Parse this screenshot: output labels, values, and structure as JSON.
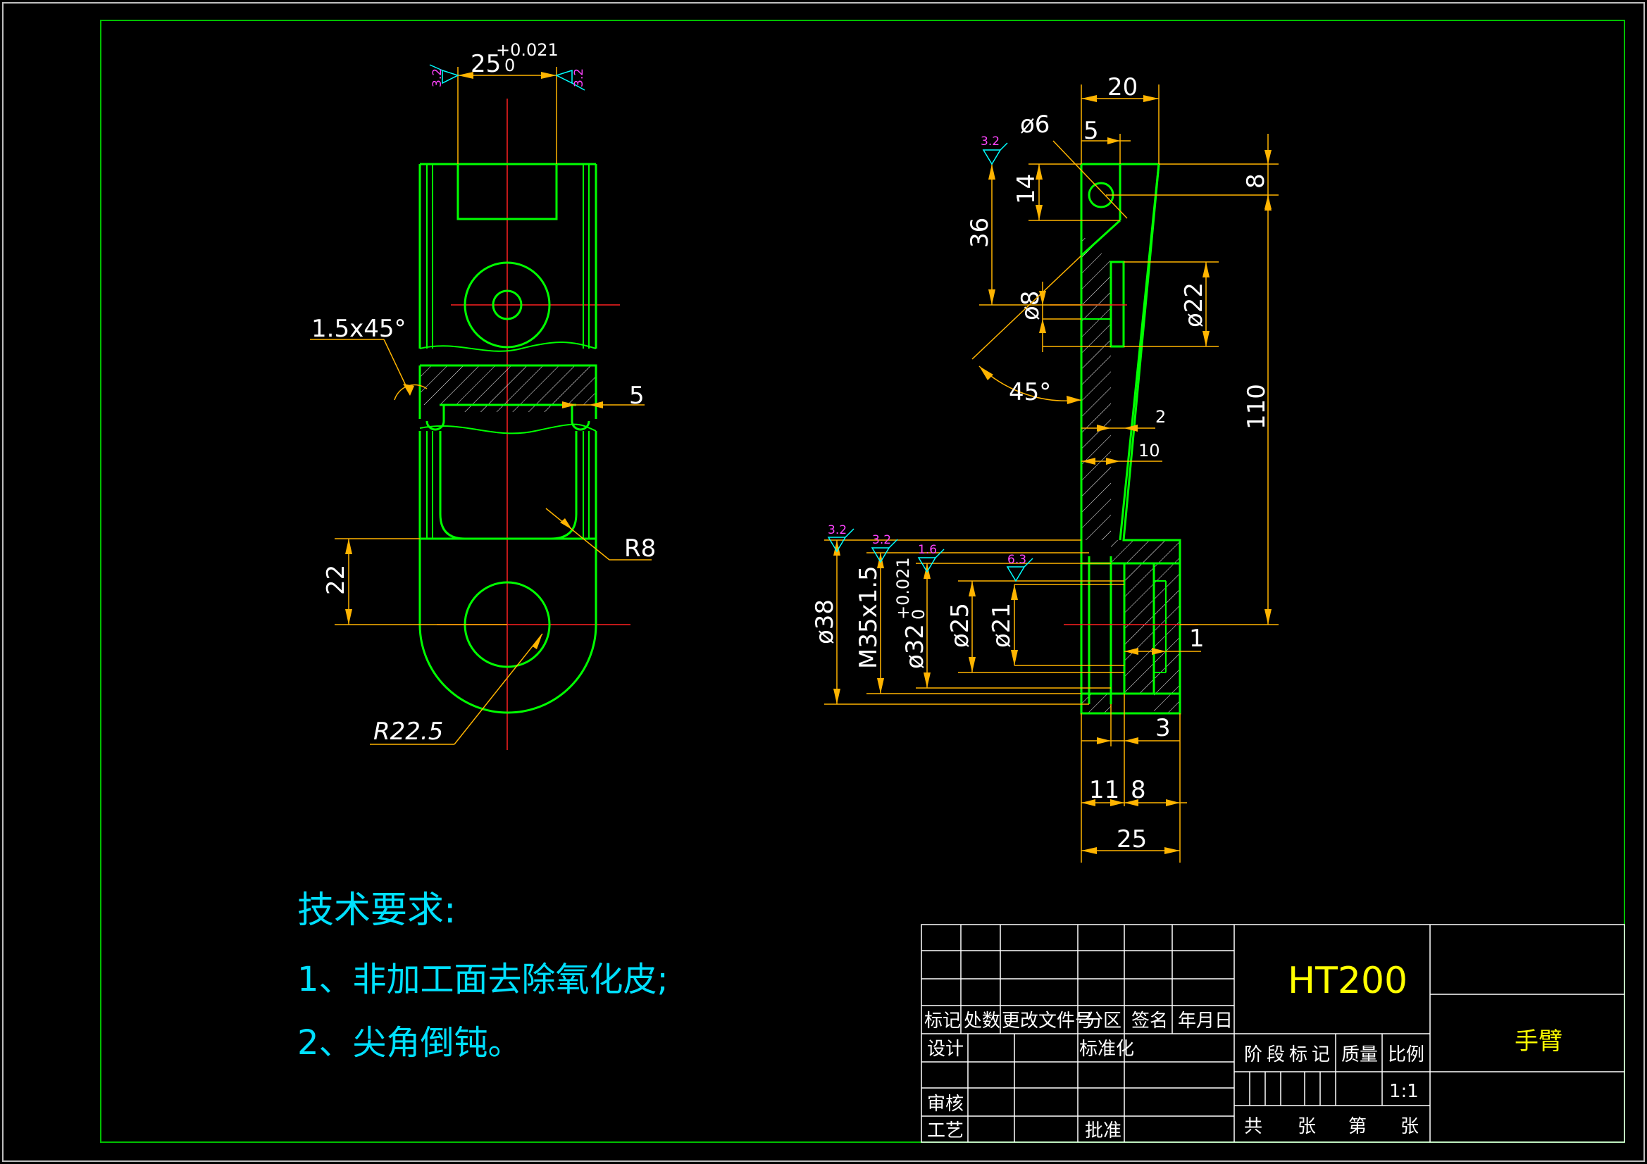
{
  "colors": {
    "background": "#000000",
    "outline": "#00ff00",
    "centerline": "#ff2020",
    "dimension": "#ffb400",
    "roughness_symbol": "#00ffff",
    "roughness_text": "#ff44ff",
    "notes": "#00e0ff",
    "material": "#ffff00"
  },
  "front_view": {
    "width_dim": "25",
    "tol_upper": "+0.021",
    "tol_lower": "0",
    "roughness_left": "3.2",
    "roughness_right": "3.2",
    "chamfer": "1.5x45°",
    "groove": "5",
    "fillet": "R8",
    "height_dim": "22",
    "radius": "R22.5"
  },
  "side_view": {
    "width_top": "20",
    "hole_dia": "ø6",
    "offset": "5",
    "top_gap": "8",
    "hole_dist": "14",
    "dist_36": "36",
    "dia_8": "ø8",
    "dia_22": "ø22",
    "angle": "45°",
    "wall_2": "2",
    "wall_10": "10",
    "height_110": "110",
    "roughness_top": "3.2",
    "dia_38": "ø38",
    "thread": "M35x1.5",
    "dia_32": "ø32",
    "tol_upper": "+0.021",
    "tol_lower": "0",
    "dia_25": "ø25",
    "dia_21": "ø21",
    "step_1": "1",
    "step_3": "3",
    "len_11": "11",
    "len_8": "8",
    "len_25": "25",
    "rough_a": "3.2",
    "rough_b": "3.2",
    "rough_c": "1.6",
    "rough_d": "6.3"
  },
  "notes": {
    "title": "技术要求:",
    "item1": "1、非加工面去除氧化皮;",
    "item2": "2、尖角倒钝。"
  },
  "title_block": {
    "material": "HT200",
    "part_name": "手臂",
    "mark": "标记",
    "count": "处数",
    "change_doc": "更改文件号",
    "zone": "分区",
    "signature": "签名",
    "date": "年月日",
    "design": "设计",
    "standardize": "标准化",
    "review": "审核",
    "process": "工艺",
    "approve": "批准",
    "stage_mark": "阶段标记",
    "weight": "质量",
    "scale_label": "比例",
    "scale_value": "1:1",
    "total": "共",
    "sheets": "张",
    "sheet_no": "第",
    "sheet": "张"
  }
}
